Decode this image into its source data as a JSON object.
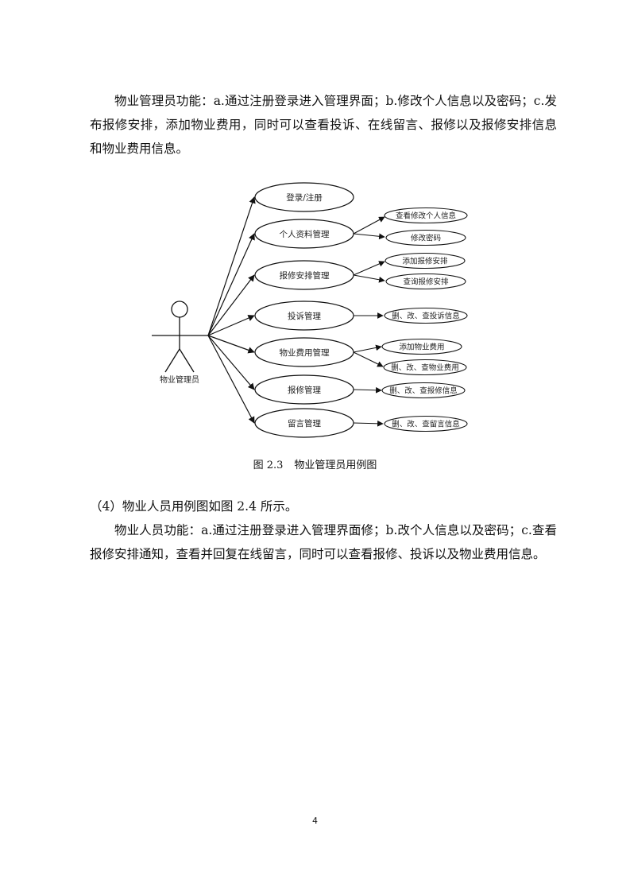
{
  "paragraphs": {
    "admin_functions": "物业管理员功能：a.通过注册登录进入管理界面；b.修改个人信息以及密码；c.发布报修安排，添加物业费用，同时可以查看投诉、在线留言、报修以及报修安排信息和物业费用信息。",
    "intro_2_4": "（4）物业人员用例图如图 2.4 所示。",
    "staff_functions": "物业人员功能：a.通过注册登录进入管理界面修；b.改个人信息以及密码；c.查看报修安排通知，查看并回复在线留言，同时可以查看报修、投诉以及物业费用信息。"
  },
  "diagram": {
    "actor": "物业管理员",
    "use_cases": [
      {
        "label": "登录/注册",
        "children": []
      },
      {
        "label": "个人资料管理",
        "children": [
          "查看修改个人信息",
          "修改密码"
        ]
      },
      {
        "label": "报修安排管理",
        "children": [
          "添加报修安排",
          "查询报修安排"
        ]
      },
      {
        "label": "投诉管理",
        "children": [
          "删、改、查投诉信息"
        ]
      },
      {
        "label": "物业费用管理",
        "children": [
          "添加物业费用",
          "删、改、查物业费用"
        ]
      },
      {
        "label": "报修管理",
        "children": [
          "删、改、查报修信息"
        ]
      },
      {
        "label": "留言管理",
        "children": [
          "删、改、查留言信息"
        ]
      }
    ]
  },
  "caption": {
    "number": "图 2.3",
    "text": "物业管理员用例图"
  },
  "page_number": "4"
}
